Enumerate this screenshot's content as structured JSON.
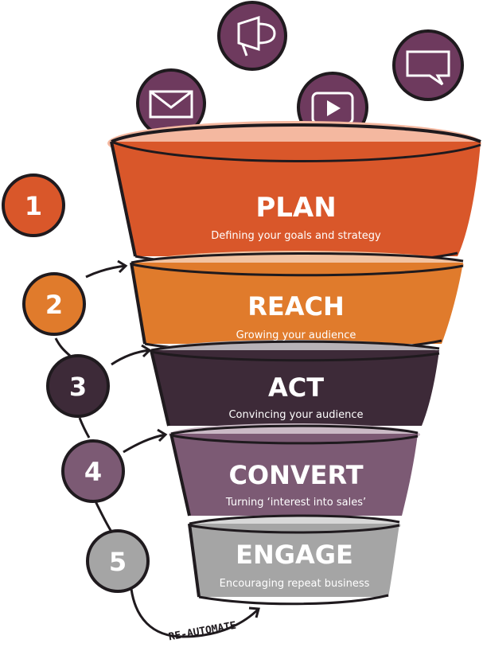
{
  "stages": [
    {
      "number": "1",
      "title": "PLAN",
      "subtitle": "Defining your goals and strategy",
      "color": "#d9572a"
    },
    {
      "number": "2",
      "title": "REACH",
      "subtitle": "Growing your audience",
      "color": "#e07b2c"
    },
    {
      "number": "3",
      "title": "ACT",
      "subtitle": "Convincing your audience",
      "color": "#3d2a38"
    },
    {
      "number": "4",
      "title": "CONVERT",
      "subtitle": "Turning ‘interest into sales’",
      "color": "#7c5a74"
    },
    {
      "number": "5",
      "title": "ENGAGE",
      "subtitle": "Encouraging repeat business",
      "color": "#a5a5a5"
    }
  ],
  "channel_icons": [
    "email-icon",
    "megaphone-icon",
    "video-play-icon",
    "chat-bubble-icon"
  ],
  "channel_icon_color": "#6e3a5e",
  "loop_label": "RE-AUTOMATE",
  "outline_color": "#1f1a1e"
}
